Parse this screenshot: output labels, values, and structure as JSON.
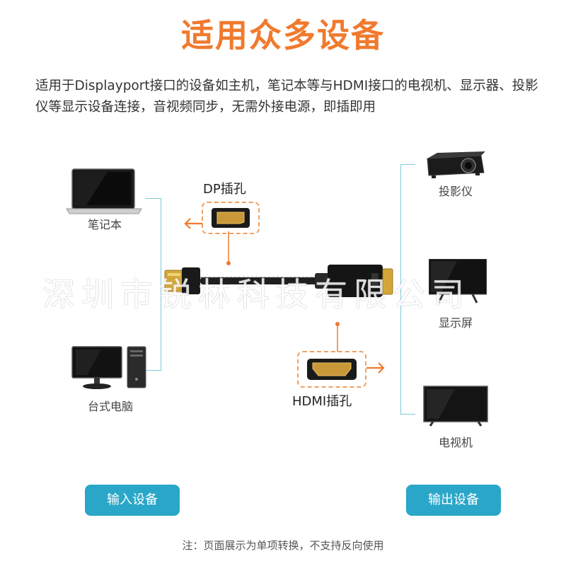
{
  "header": {
    "title": "适用众多设备",
    "description": "适用于Displayport接口的设备如主机，笔记本等与HDMI接口的电视机、显示器、投影仪等显示设备连接，音视频同步，无需外接电源，即插即用"
  },
  "watermark": "深圳市锐林科技有限公司",
  "input_devices": [
    {
      "label": "笔记本",
      "icon": "laptop-icon"
    },
    {
      "label": "台式电脑",
      "icon": "desktop-pc-icon"
    }
  ],
  "output_devices": [
    {
      "label": "投影仪",
      "icon": "projector-icon"
    },
    {
      "label": "显示屏",
      "icon": "monitor-icon"
    },
    {
      "label": "电视机",
      "icon": "tv-icon"
    }
  ],
  "ports": {
    "dp_label": "DP插孔",
    "hdmi_label": "HDMI插孔"
  },
  "buttons": {
    "input_label": "输入设备",
    "output_label": "输出设备"
  },
  "footnote": "注：页面展示为单项转换，不支持反向使用",
  "colors": {
    "accent_orange": "#f07a2e",
    "accent_blue": "#2aa7c8",
    "bracket_blue": "#7ec8dc"
  }
}
